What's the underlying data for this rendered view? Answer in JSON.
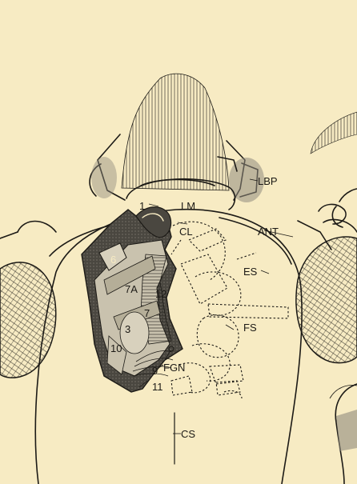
{
  "colors": {
    "paper": "#f7ebc3",
    "ink": "#1c1a16",
    "dark_shade": "#4a4740",
    "mid_shade": "#8f8a7d",
    "light_shade": "#c9c2ae"
  },
  "labels": {
    "lm": "LM",
    "lbp": "LBP",
    "cl": "CL",
    "ant": "ANT",
    "es": "ES",
    "fs": "FS",
    "fgn": "FGN",
    "cs": "CS"
  },
  "muscle_numbers": {
    "m1": "1",
    "m6": "6",
    "m7a": "7A",
    "m12": "12",
    "m7": "7",
    "m3": "3",
    "m10": "10",
    "m9": "9",
    "m11": "11"
  }
}
